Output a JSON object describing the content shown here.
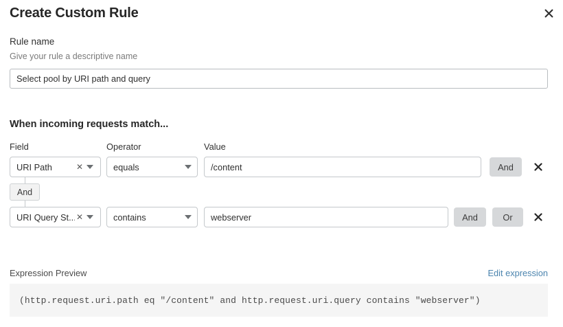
{
  "modal": {
    "title": "Create Custom Rule",
    "close_icon": "close-icon"
  },
  "rule_name": {
    "label": "Rule name",
    "description": "Give your rule a descriptive name",
    "value": "Select pool by URI path and query",
    "placeholder": ""
  },
  "conditions_section": {
    "heading": "When incoming requests match...",
    "columns": {
      "field": "Field",
      "operator": "Operator",
      "value": "Value"
    },
    "connector": {
      "label": "And"
    },
    "rows": [
      {
        "field": "URI Path",
        "field_clear_icon": "clear-icon",
        "field_caret_icon": "chevron-down-icon",
        "operator": "equals",
        "operator_caret_icon": "chevron-down-icon",
        "value": "/content",
        "buttons": [
          "And"
        ],
        "delete_icon": "close-icon"
      },
      {
        "field": "URI Query St...",
        "field_clear_icon": "clear-icon",
        "field_caret_icon": "chevron-down-icon",
        "operator": "contains",
        "operator_caret_icon": "chevron-down-icon",
        "value": "webserver",
        "buttons": [
          "And",
          "Or"
        ],
        "delete_icon": "close-icon"
      }
    ]
  },
  "expression_preview": {
    "label": "Expression Preview",
    "edit_link": "Edit expression",
    "expression": "(http.request.uri.path eq \"/content\" and http.request.uri.query contains \"webserver\")"
  },
  "colors": {
    "link": "#4b84ae",
    "button_bg": "#d6d8da",
    "preview_bg": "#f5f5f5",
    "border": "#c4c8cb"
  }
}
